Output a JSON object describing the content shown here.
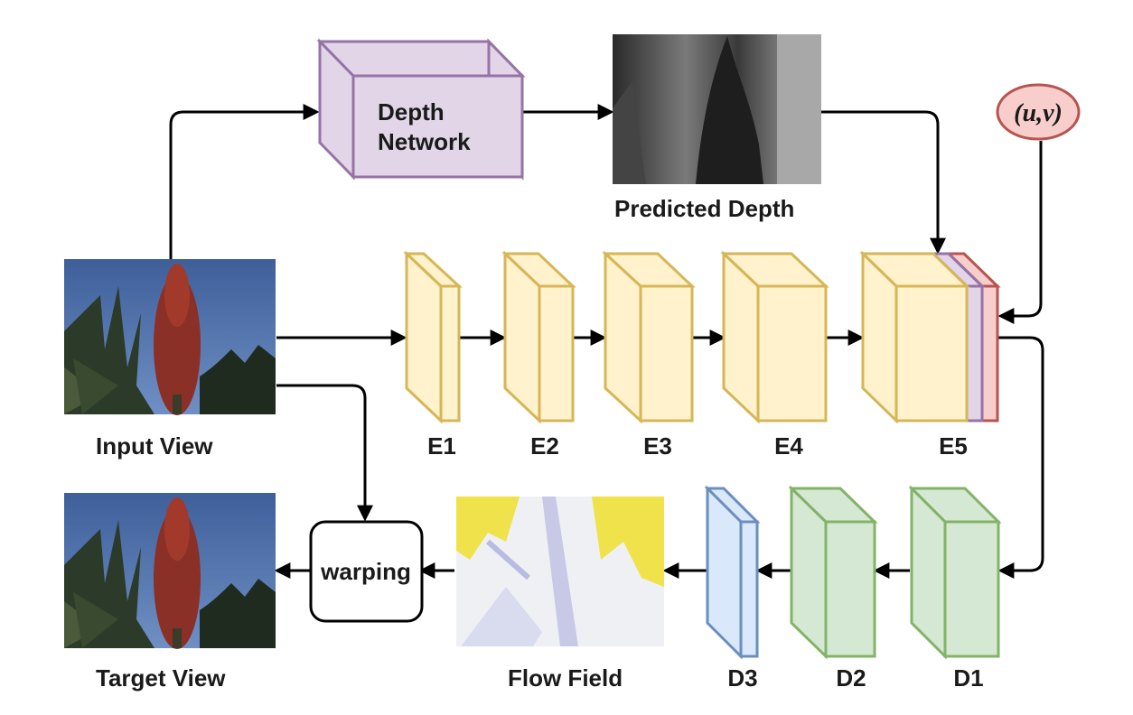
{
  "nodes": {
    "depth_network": {
      "line1": "Depth",
      "line2": "Network"
    },
    "predicted_depth": "Predicted Depth",
    "input_view": "Input View",
    "target_view": "Target View",
    "flow_field": "Flow Field",
    "warping": "warping",
    "uv": "(u,v)"
  },
  "encoders": [
    "E1",
    "E2",
    "E3",
    "E4",
    "E5"
  ],
  "decoders": [
    "D3",
    "D2",
    "D1"
  ],
  "colors": {
    "depth_net_fill": "#e1d5e7",
    "depth_net_stroke": "#9673a6",
    "encoder_fill": "#fff2cc",
    "encoder_stroke": "#d6b656",
    "decoder_fill": "#d5e8d4",
    "decoder_stroke": "#82b366",
    "d3_fill": "#dae8fc",
    "d3_stroke": "#6c8ebf",
    "uv_fill": "#f8cecc",
    "uv_stroke": "#b85450"
  }
}
